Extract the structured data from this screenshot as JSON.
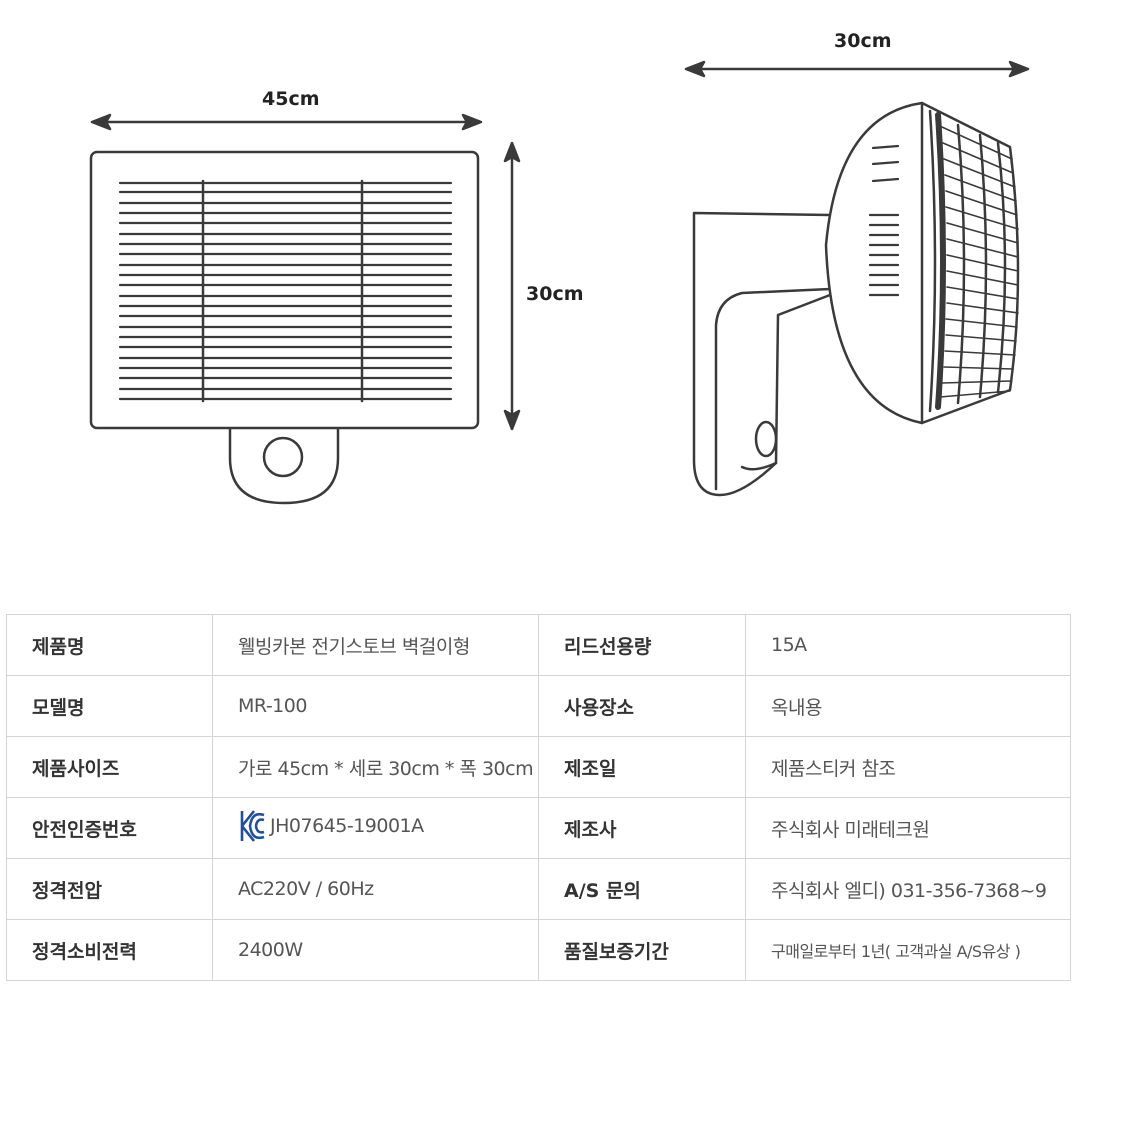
{
  "dimensions": {
    "front_width": "45cm",
    "front_height": "30cm",
    "side_depth": "30cm"
  },
  "colors": {
    "line": "#3a3a3a",
    "border": "#d4d4d4",
    "kc_mark": "#1f4f9e"
  },
  "icons": {
    "certification": "kc-mark-icon"
  },
  "specs": {
    "rows": [
      {
        "label1": "제품명",
        "value1": "웰빙카본 전기스토브 벽걸이형",
        "label2": "리드선용량",
        "value2": "15A"
      },
      {
        "label1": "모델명",
        "value1": "MR-100",
        "label2": "사용장소",
        "value2": "옥내용"
      },
      {
        "label1": "제품사이즈",
        "value1": "가로 45cm * 세로 30cm * 폭 30cm",
        "label2": "제조일",
        "value2": "제품스티커 참조"
      },
      {
        "label1": "안전인증번호",
        "value1": "JH07645-19001A",
        "label2": "제조사",
        "value2": "주식회사 미래테크원"
      },
      {
        "label1": "정격전압",
        "value1": "AC220V / 60Hz",
        "label2": "A/S 문의",
        "value2": "주식회사 엘디) 031-356-7368~9"
      },
      {
        "label1": "정격소비전력",
        "value1": "2400W",
        "label2": "품질보증기간",
        "value2": "구매일로부터 1년( 고객과실 A/S유상 )"
      }
    ]
  }
}
